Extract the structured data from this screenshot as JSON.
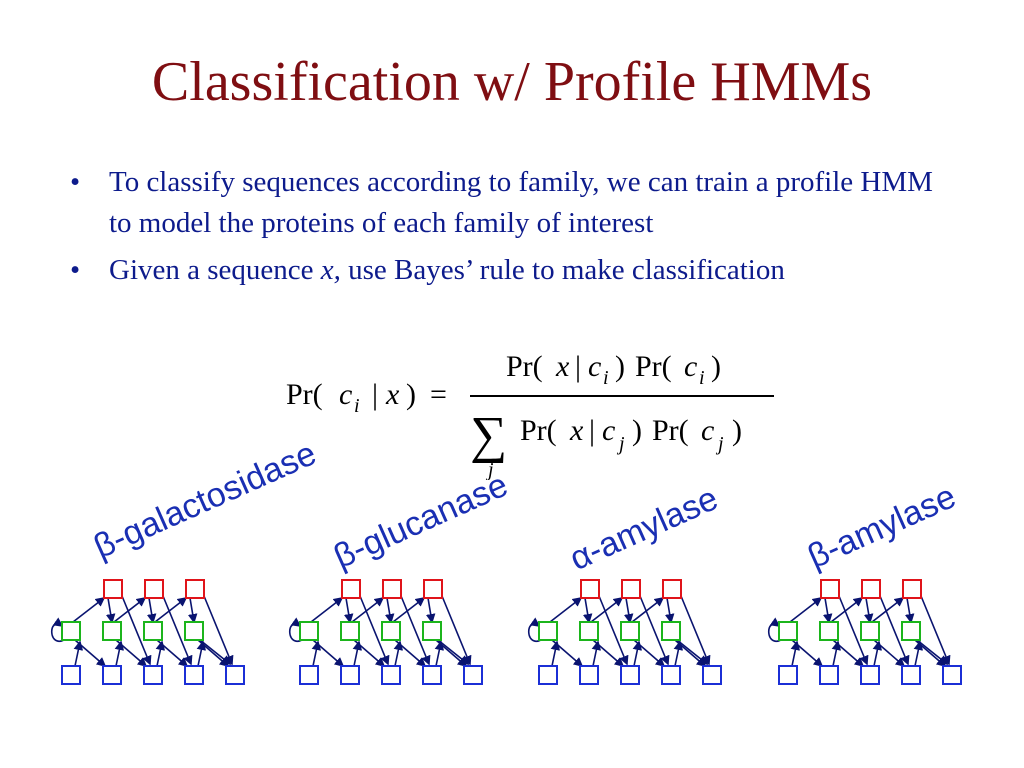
{
  "slide": {
    "title": "Classification w/ Profile HMMs",
    "bullets": [
      {
        "marker": "•",
        "text": "To classify sequences according to family, we can train a profile HMM to model the proteins of each family of interest"
      },
      {
        "marker": "•",
        "pre": "Given a sequence ",
        "var": "x,",
        "post": " use Bayes’ rule to make classification"
      }
    ],
    "formula": {
      "lhs_pr": "Pr(",
      "lhs_c": "c",
      "lhs_i": "i",
      "lhs_bar": "|",
      "lhs_x": "x",
      "lhs_close": ")",
      "equals": "=",
      "num_pr1": "Pr(",
      "num_x": "x",
      "num_bar": "|",
      "num_c": "c",
      "num_i": "i",
      "num_close1": ")",
      "num_pr2": "Pr(",
      "num_c2": "c",
      "num_i2": "i",
      "num_close2": ")",
      "sum": "∑",
      "sum_index": "j",
      "den_pr1": "Pr(",
      "den_x": "x",
      "den_bar": "|",
      "den_c": "c",
      "den_j": "j",
      "den_close1": ")",
      "den_pr2": "Pr(",
      "den_c2": "c",
      "den_j2": "j",
      "den_close2": ")"
    },
    "families": [
      {
        "label": "β-galactosidase"
      },
      {
        "label": "β-glucanase"
      },
      {
        "label": "α-amylase"
      },
      {
        "label": "β-amylase"
      }
    ],
    "colors": {
      "title": "#7f0e12",
      "text": "#0d1b8c",
      "label": "#1a2fb3",
      "insert_state": "#e0141a",
      "match_state": "#1cb51c",
      "delete_state": "#1b2fd6",
      "transition": "#0a1470"
    },
    "icons": [
      "profile-hmm-diagram"
    ]
  }
}
